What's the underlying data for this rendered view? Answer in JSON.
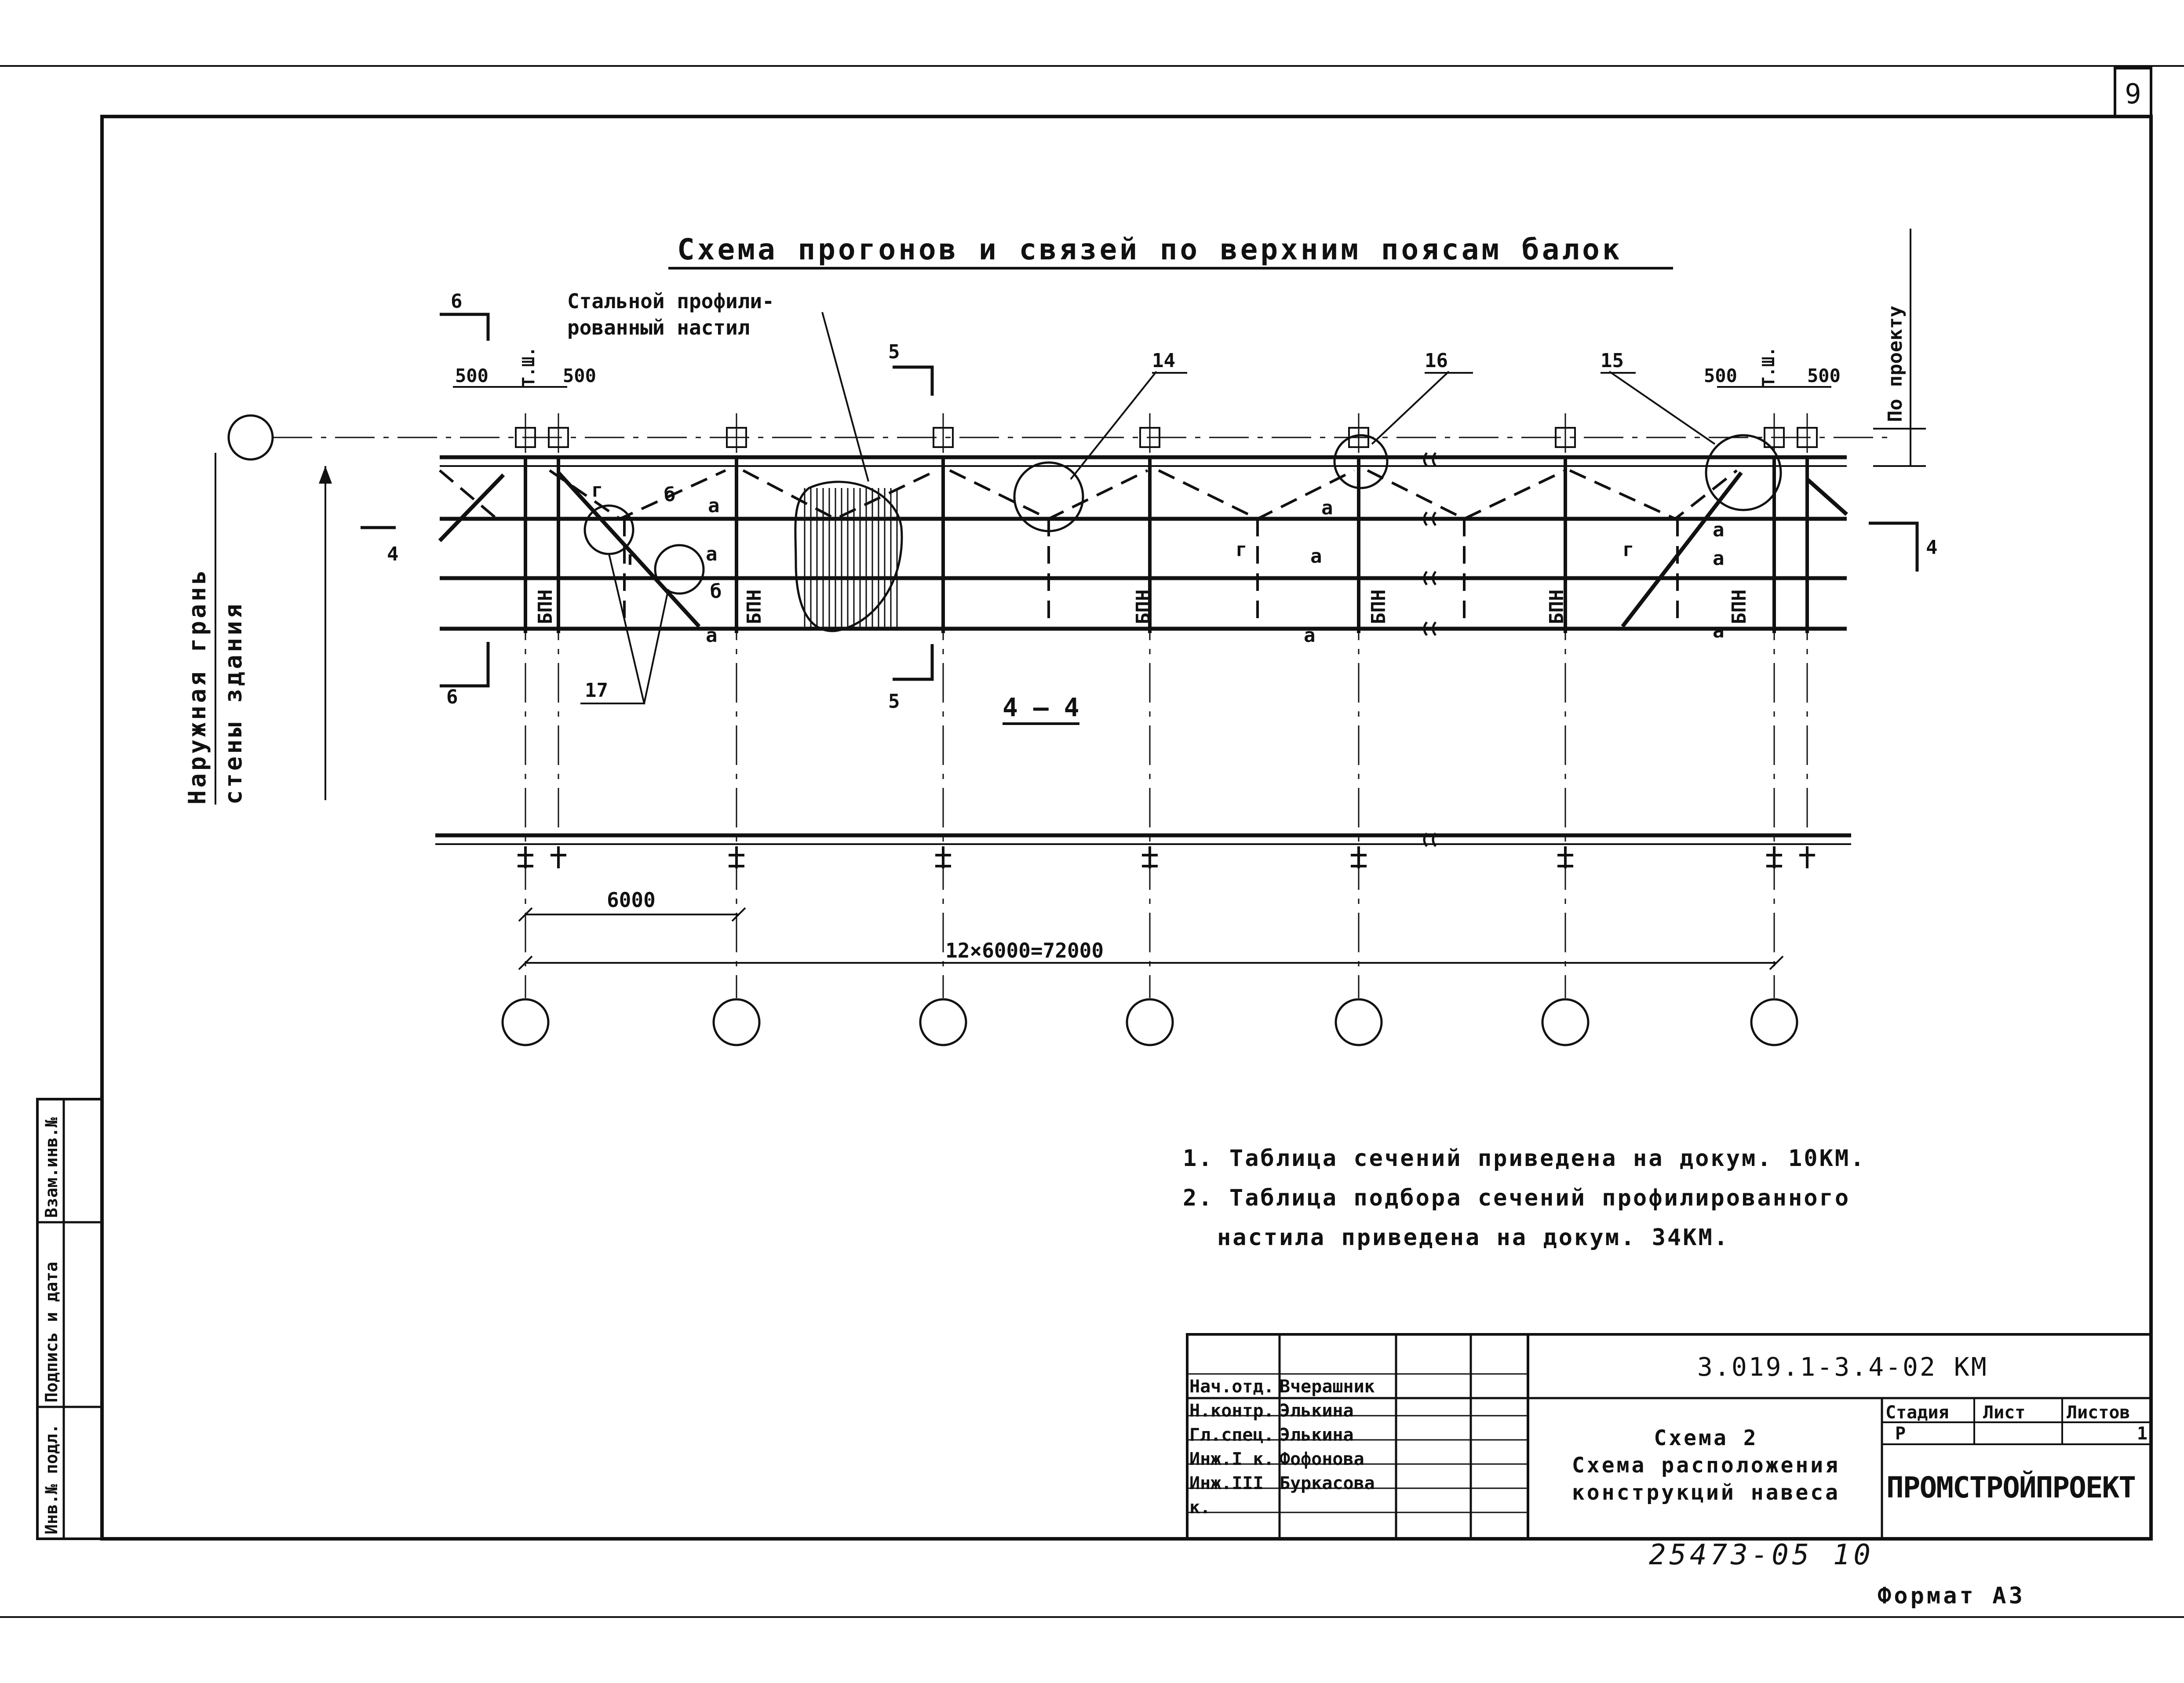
{
  "sheet": {
    "page_number": "9",
    "format_label": "Формат А3"
  },
  "drawing": {
    "title": "Схема прогонов и связей по верхним поясам балок",
    "deck_label_line1": "Стальной профили-",
    "deck_label_line2": "рованный настил",
    "outer_face_line1": "Наружная грань",
    "outer_face_line2": "стены здания",
    "by_project": "По проекту",
    "section_view_label": "4 – 4",
    "beam_mark": "БПН",
    "dim_500": "500",
    "temp_joint": "Т.Ш.",
    "dim_span": "6000",
    "dim_total": "12×6000=72000",
    "callouts": [
      "14",
      "15",
      "16",
      "17"
    ],
    "section_marks": [
      "4",
      "5",
      "6"
    ],
    "brace_marks": [
      "а",
      "б",
      "г"
    ]
  },
  "notes": [
    "1. Таблица сечений приведена на докум. 10КМ.",
    "2. Таблица подбора сечений профилированного",
    "настила приведена на докум. 34КМ."
  ],
  "side_stamp": {
    "inv_no_orig": "Инв.№ подл.",
    "sign_date": "Подпись и дата",
    "replaces_inv": "Взам.инв.№"
  },
  "title_block": {
    "doc_code": "3.019.1-3.4-02 КМ",
    "sheet_title_1": "Схема 2",
    "sheet_title_2": "Схема расположения",
    "sheet_title_3": "конструкций навеса",
    "stage_header": "Стадия",
    "sheet_header": "Лист",
    "sheets_header": "Листов",
    "stage_value": "Р",
    "sheet_value": "",
    "sheets_value": "1",
    "organization": "ПРОМСТРОЙПРОЕКТ",
    "signers": [
      {
        "role": "Нач.отд.",
        "name": "Вчерашник"
      },
      {
        "role": "Н.контр.",
        "name": "Элькина"
      },
      {
        "role": "Гл.спец.",
        "name": "Элькина"
      },
      {
        "role": "Инж.I к.",
        "name": "Фофонова"
      },
      {
        "role": "Инж.III к.",
        "name": "Буркасова"
      }
    ],
    "archive_number": "25473-05 10"
  }
}
